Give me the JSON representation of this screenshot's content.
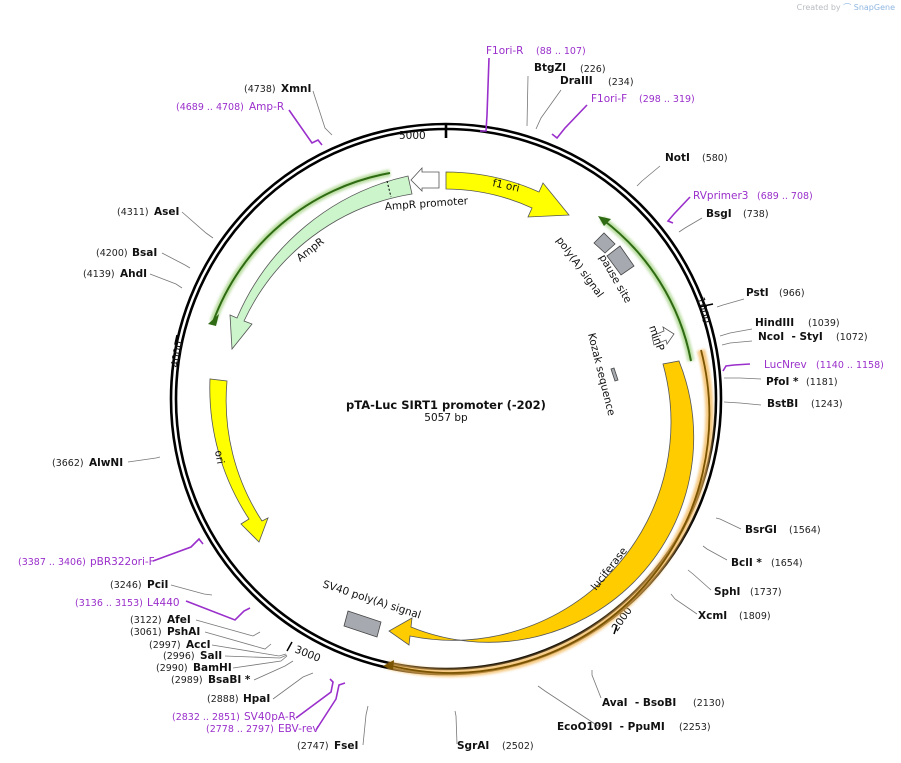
{
  "credit": {
    "prefix": "Created by",
    "brand": "SnapGene"
  },
  "plasmid": {
    "name": "pTA-Luc SIRT1 promoter (-202)",
    "size_label": "5057 bp",
    "length": 5057
  },
  "ticks": [
    {
      "label": "1000",
      "pos": 1000
    },
    {
      "label": "2000",
      "pos": 2000
    },
    {
      "label": "3000",
      "pos": 3000
    },
    {
      "label": "4000",
      "pos": 4000
    },
    {
      "label": "5000",
      "pos": 5000
    }
  ],
  "enzymes": [
    {
      "name": "BtgZI",
      "pos": "(226)"
    },
    {
      "name": "DraIII",
      "pos": "(234)"
    },
    {
      "name": "NotI",
      "pos": "(580)"
    },
    {
      "name": "BsgI",
      "pos": "(738)"
    },
    {
      "name": "PstI",
      "pos": "(966)"
    },
    {
      "name": "HindIII",
      "pos": "(1039)"
    },
    {
      "name": "NcoI  - StyI",
      "pos": "(1072)"
    },
    {
      "name": "PfoI *",
      "pos": "(1181)"
    },
    {
      "name": "BstBI",
      "pos": "(1243)"
    },
    {
      "name": "BsrGI",
      "pos": "(1564)"
    },
    {
      "name": "BclI *",
      "pos": "(1654)"
    },
    {
      "name": "SphI",
      "pos": "(1737)"
    },
    {
      "name": "XcmI",
      "pos": "(1809)"
    },
    {
      "name": "AvaI  - BsoBI",
      "pos": "(2130)"
    },
    {
      "name": "EcoO109I  - PpuMI",
      "pos": "(2253)"
    },
    {
      "name": "SgrAI",
      "pos": "(2502)"
    },
    {
      "name": "FseI",
      "pos": "(2747)"
    },
    {
      "name": "HpaI",
      "pos": "(2888)"
    },
    {
      "name": "BsaBI *",
      "pos": "(2989)"
    },
    {
      "name": "BamHI",
      "pos": "(2990)"
    },
    {
      "name": "SalI",
      "pos": "(2996)"
    },
    {
      "name": "AccI",
      "pos": "(2997)"
    },
    {
      "name": "PshAI",
      "pos": "(3061)"
    },
    {
      "name": "AfeI",
      "pos": "(3122)"
    },
    {
      "name": "PciI",
      "pos": "(3246)"
    },
    {
      "name": "AlwNI",
      "pos": "(3662)"
    },
    {
      "name": "AhdI",
      "pos": "(4139)"
    },
    {
      "name": "BsaI",
      "pos": "(4200)"
    },
    {
      "name": "AseI",
      "pos": "(4311)"
    },
    {
      "name": "XmnI",
      "pos": "(4738)"
    }
  ],
  "primers": [
    {
      "name": "F1ori-R",
      "range": "(88 .. 107)"
    },
    {
      "name": "F1ori-F",
      "range": "(298 .. 319)"
    },
    {
      "name": "RVprimer3",
      "range": "(689 .. 708)"
    },
    {
      "name": "LucNrev",
      "range": "(1140 .. 1158)"
    },
    {
      "name": "EBV-rev",
      "range": "(2778 .. 2797)"
    },
    {
      "name": "SV40pA-R",
      "range": "(2832 .. 2851)"
    },
    {
      "name": "L4440",
      "range": "(3136 .. 3153)"
    },
    {
      "name": "pBR322ori-F",
      "range": "(3387 .. 3406)"
    },
    {
      "name": "Amp-R",
      "range": "(4689 .. 4708)"
    }
  ],
  "features": [
    {
      "name": "f1 ori",
      "color": "#ffff00"
    },
    {
      "name": "AmpR promoter",
      "color": "#ffffff"
    },
    {
      "name": "AmpR",
      "color": "#ccf5cc"
    },
    {
      "name": "ori",
      "color": "#ffff00"
    },
    {
      "name": "SV40 poly(A) signal",
      "color": "#a6aab0"
    },
    {
      "name": "luciferase",
      "color": "#ffcc00"
    },
    {
      "name": "poly(A) signal",
      "color": "#a6aab0"
    },
    {
      "name": "pause site",
      "color": "#a6aab0"
    },
    {
      "name": "minP",
      "color": "#ffffff"
    },
    {
      "name": "Kozak sequence",
      "color": "#a6aab0"
    }
  ],
  "colors": {
    "primer": "#9a2fcb",
    "orf_outline": "#3c8c1e",
    "backbone": "#000000"
  }
}
